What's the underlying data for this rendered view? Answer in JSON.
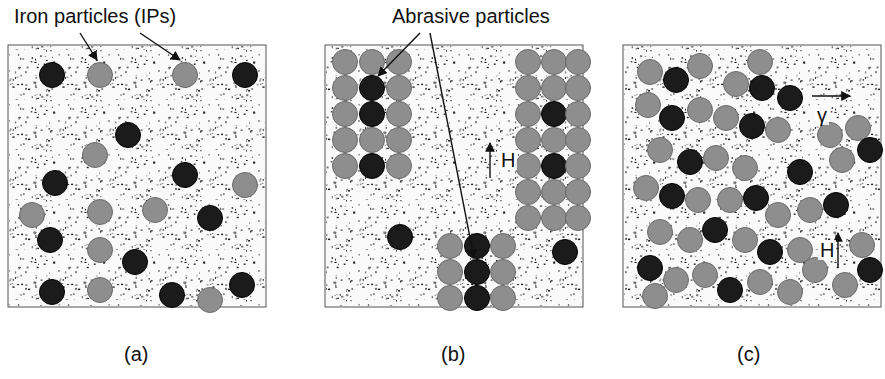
{
  "diagram": {
    "labels": [
      "Iron particles (IPs)",
      "Abrasive particles",
      "H",
      "γ",
      "H",
      "(a)",
      "(b)",
      "(c)"
    ]
  }
}
